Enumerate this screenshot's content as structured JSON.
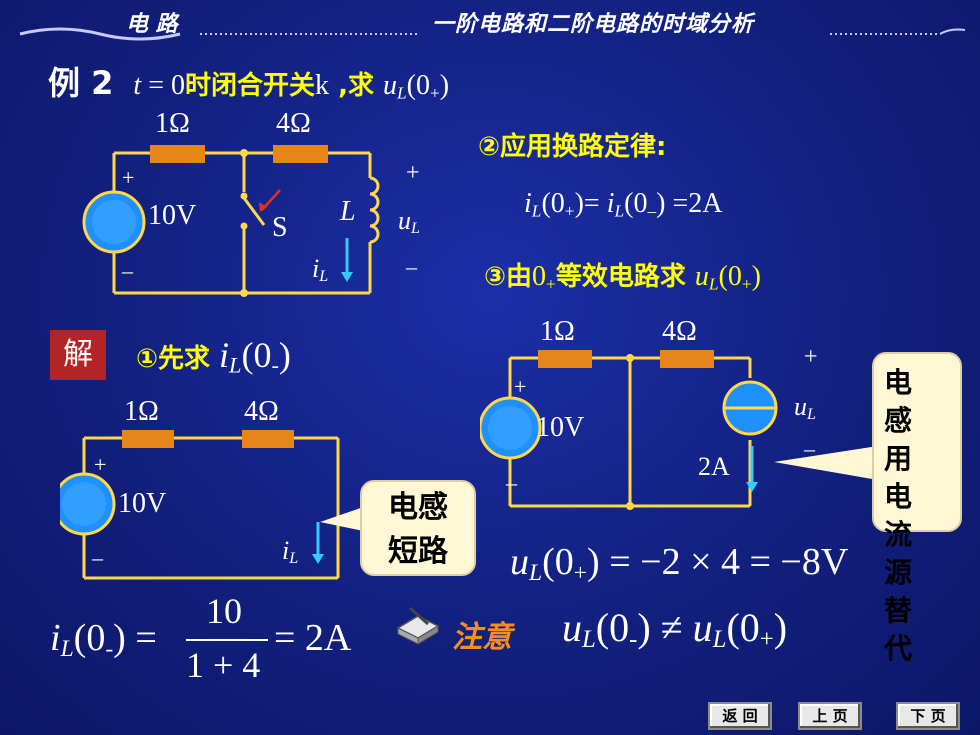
{
  "header": {
    "left": "电 路",
    "right": "一阶电路和二阶电路的时域分析"
  },
  "example": {
    "label": "例 2",
    "t": "t",
    "eq0": " = 0",
    "cn1": "时闭合开关",
    "k": "k",
    "cn2": " ,求 ",
    "u": "u",
    "L": "L",
    "arg": "(0",
    "plus": "+",
    "close": ")"
  },
  "circuit1": {
    "r1": "1Ω",
    "r2": "4Ω",
    "v": "10V",
    "plus": "+",
    "minus": "–",
    "switch": "S",
    "inductor": "L",
    "u": "u",
    "uL": "L",
    "i": "i",
    "iL": "L",
    "uplus": "+",
    "uminus": "–"
  },
  "step2": {
    "title": "②应用换路定律:",
    "eq": "iL(0+)= iL(0–) =2A",
    "i1": "i",
    "L1": "L",
    "a1": "(0",
    "p1": "+",
    "c1": ")= ",
    "i2": "i",
    "L2": "L",
    "a2": "(0",
    "m2": "–",
    "c2": ") =2A"
  },
  "step3": {
    "prefix": "③由",
    "zero": "0",
    "plus": "+",
    "cn": "等效电路求 ",
    "u": "u",
    "L": "L",
    "arg": "(0",
    "p": "+",
    "close": ")"
  },
  "solution": {
    "badge": "解",
    "step1": "①先求",
    "i": "i",
    "L": "L",
    "arg": "(0",
    "m": "-",
    "close": ")"
  },
  "circuit2": {
    "r1": "1Ω",
    "r2": "4Ω",
    "v": "10V",
    "plus": "+",
    "minus": "–",
    "i": "i",
    "iL": "L"
  },
  "bubble1": {
    "line1": "电感",
    "line2": "短路"
  },
  "circuit3": {
    "r1": "1Ω",
    "r2": "4Ω",
    "v": "10V",
    "plus": "+",
    "minus": "–",
    "cs": "2A",
    "u": "u",
    "uL": "L",
    "uplus": "+",
    "uminus": "–"
  },
  "bubble2": {
    "text": "电感用电流源替代"
  },
  "eq_uL": {
    "u": "u",
    "L": "L",
    "arg": "(0",
    "p": "+",
    "rest": ") = −2 × 4 = −8V"
  },
  "eq_iL": {
    "i": "i",
    "L": "L",
    "arg": "(0",
    "m": "-",
    "eq": ") =",
    "num": "10",
    "den": "1 + 4",
    "result": "= 2A"
  },
  "note": {
    "label": "注意",
    "u1": "u",
    "L1": "L",
    "a1": "(0",
    "m1": "-",
    "c1": ") ≠ ",
    "u2": "u",
    "L2": "L",
    "a2": "(0",
    "p2": "+",
    "c2": ")"
  },
  "nav": {
    "back": "返 回",
    "prev": "上 页",
    "next": "下 页"
  },
  "colors": {
    "background": "#12207e",
    "wire": "#ffd84a",
    "resistor": "#e6861a",
    "source": "#1e90ff",
    "arrow": "#33ccff",
    "highlight": "#ffff00",
    "note": "#ff8c1a",
    "badge": "#b32424"
  }
}
